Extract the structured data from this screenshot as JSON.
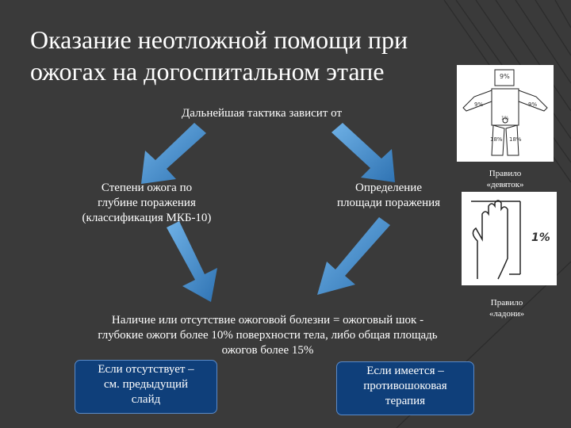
{
  "slide": {
    "title_lines": [
      "Оказание неотложной помощи при",
      "ожогах на догоспитальном этапе"
    ],
    "subtitle": "Дальнейшая тактика зависит от",
    "left_factor": [
      "Степени ожога по",
      "глубине поражения",
      "(классификация МКБ-10)"
    ],
    "right_factor": [
      "Определение",
      "площади поражения"
    ],
    "condition": [
      "Наличие или отсутствие ожоговой болезни = ожоговый шок -",
      "глубокие ожоги более 10% поверхности тела,  либо  общая площадь",
      "ожогов более 15%"
    ],
    "box_absent": [
      "Если отсутствует –",
      "см. предыдущий",
      "слайд"
    ],
    "box_present": [
      "Если имеется –",
      "противошоковая",
      "терапия"
    ],
    "nines_caption": [
      "Правило",
      "«девяток»"
    ],
    "palm_caption": [
      "Правило",
      "«ладони»"
    ],
    "nines_figure_labels": {
      "head": "9%",
      "arm_left": "9%",
      "arm_right": "9%",
      "groin": "1%",
      "leg_left": "18%",
      "leg_right": "18%"
    },
    "palm_figure_label": "1%"
  },
  "colors": {
    "background": "#3a3a3a",
    "arrow": "#3f86c4",
    "box_fill": "#0f3f7a",
    "box_border": "#5a8ac8"
  }
}
